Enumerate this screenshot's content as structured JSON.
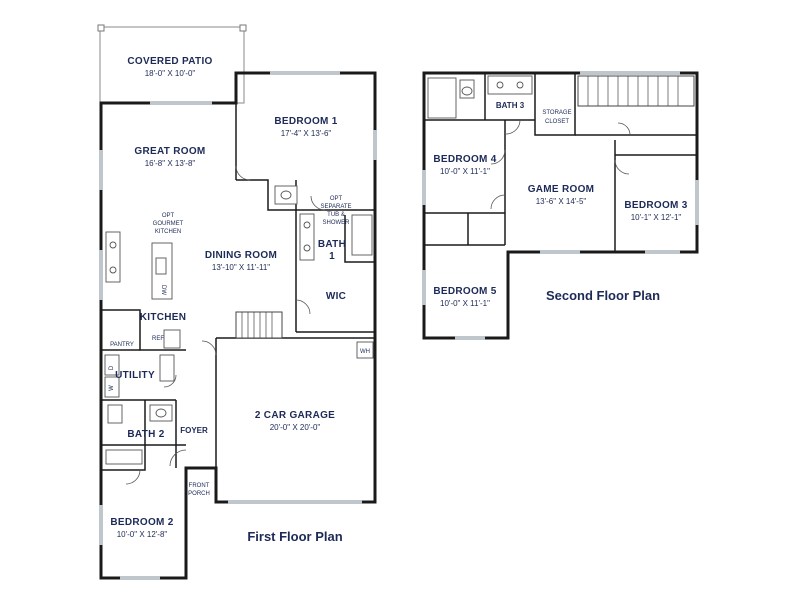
{
  "colors": {
    "text": "#1d2a57",
    "wall": "#1a1a1a",
    "fixture": "#555555"
  },
  "first_floor": {
    "title": "First Floor Plan",
    "covered_patio": {
      "name": "COVERED PATIO",
      "size": "18'-0\" X 10'-0\""
    },
    "bedroom1": {
      "name": "BEDROOM 1",
      "size": "17'-4\" X 13'-6\""
    },
    "great_room": {
      "name": "GREAT ROOM",
      "size": "16'-8\" X 13'-8\""
    },
    "opt_tub": {
      "line1": "OPT",
      "line2": "SEPARATE",
      "line3": "TUB &",
      "line4": "SHOWER"
    },
    "bath1": {
      "name": "BATH",
      "num": "1"
    },
    "opt_kitchen": {
      "line1": "OPT",
      "line2": "GOURMET",
      "line3": "KITCHEN"
    },
    "dining_room": {
      "name": "DINING ROOM",
      "size": "13'-10\" X 11'-11\""
    },
    "dw": "DW",
    "wic": "WIC",
    "kitchen": "KITCHEN",
    "pantry": "PANTRY",
    "ref": "REF",
    "wh": "WH",
    "utility": "UTILITY",
    "washer": "W",
    "dryer": "D",
    "garage": {
      "name": "2 CAR GARAGE",
      "size": "20'-0\" X 20'-0\""
    },
    "bath2": "BATH 2",
    "foyer": "FOYER",
    "front_porch": {
      "line1": "FRONT",
      "line2": "PORCH"
    },
    "bedroom2": {
      "name": "BEDROOM 2",
      "size": "10'-0\" X 12'-8\""
    }
  },
  "second_floor": {
    "title": "Second Floor Plan",
    "bath3": "BATH 3",
    "storage": {
      "line1": "STORAGE",
      "line2": "CLOSET"
    },
    "bedroom4": {
      "name": "BEDROOM 4",
      "size": "10'-0\" X 11'-1\""
    },
    "game_room": {
      "name": "GAME ROOM",
      "size": "13'-6\" X 14'-5\""
    },
    "bedroom3": {
      "name": "BEDROOM 3",
      "size": "10'-1\" X 12'-1\""
    },
    "bedroom5": {
      "name": "BEDROOM 5",
      "size": "10'-0\" X 11'-1\""
    }
  }
}
